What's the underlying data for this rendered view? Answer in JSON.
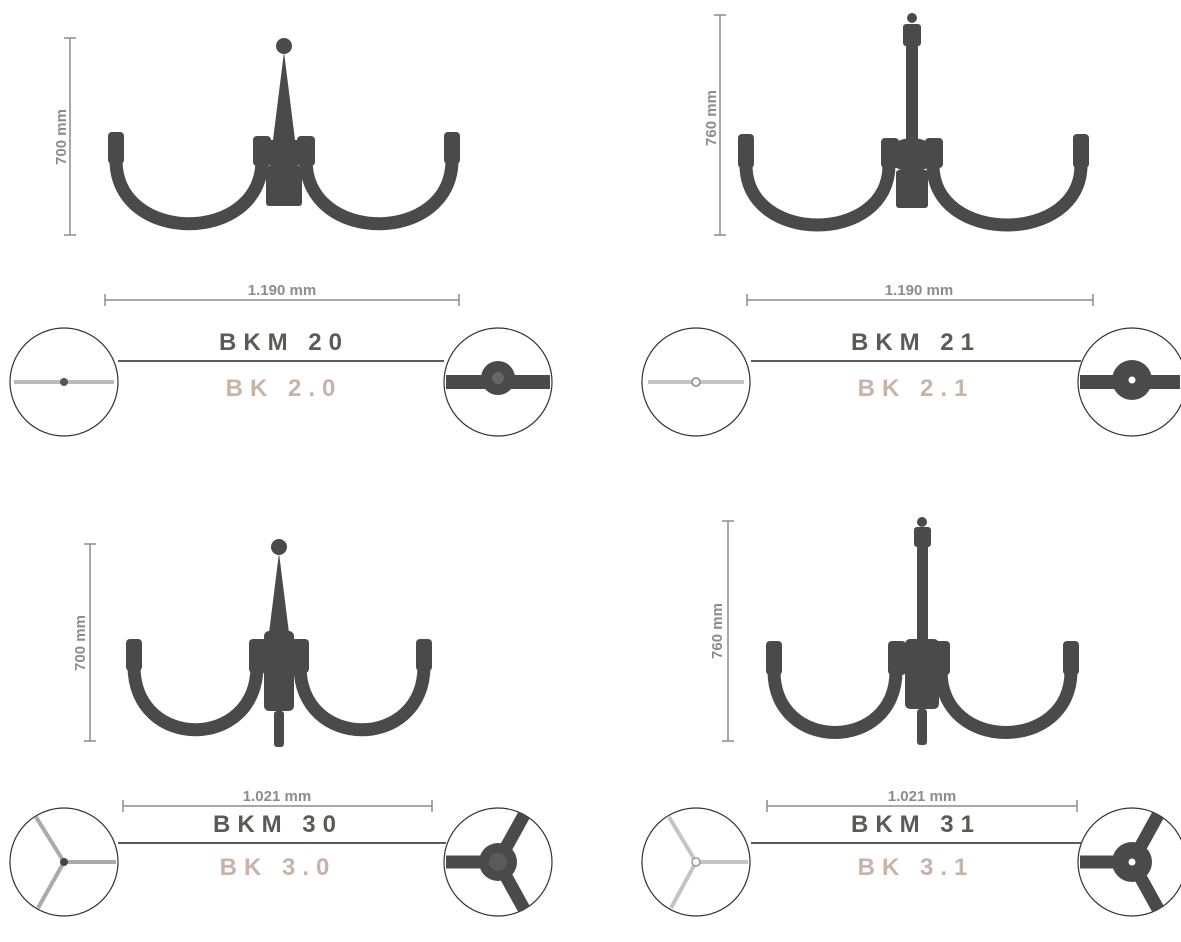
{
  "colors": {
    "dimension": "#8c8c8c",
    "code_main": "#5c5a54",
    "code_sub": "#c9b3a6",
    "fixture": "#4a4a4a",
    "circle_line": "#333333"
  },
  "products": [
    {
      "height_label": "700 mm",
      "width_label": "1.190 mm",
      "code": "BKM 20",
      "subcode": "BK 2.0",
      "arms": 2,
      "finial": "spike"
    },
    {
      "height_label": "760 mm",
      "width_label": "1.190 mm",
      "code": "BKM 21",
      "subcode": "BK 2.1",
      "arms": 2,
      "finial": "pole"
    },
    {
      "height_label": "700 mm",
      "width_label": "1.021 mm",
      "code": "BKM 30",
      "subcode": "BK 3.0",
      "arms": 3,
      "finial": "spike"
    },
    {
      "height_label": "760 mm",
      "width_label": "1.021 mm",
      "code": "BKM 31",
      "subcode": "BK 3.1",
      "arms": 3,
      "finial": "pole"
    }
  ]
}
